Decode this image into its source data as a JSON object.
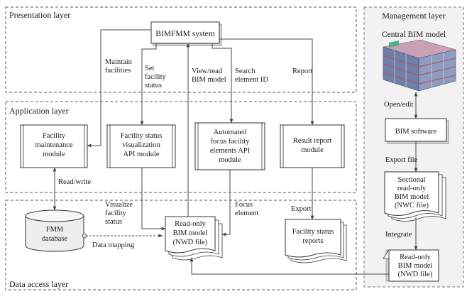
{
  "layers": {
    "presentation": "Presentation layer",
    "application": "Application layer",
    "data_access": "Data access layer",
    "management": "Management layer"
  },
  "nodes": {
    "bimfmm": "BIMFMM system",
    "facility_maintenance": [
      "Facility",
      "maintenance",
      "module"
    ],
    "facility_status": [
      "Facility status",
      "visualization",
      "API module"
    ],
    "automated_focus": [
      "Automated",
      "focus facility",
      "elements API",
      "module"
    ],
    "result_report": [
      "Result report",
      "module"
    ],
    "fmm_database": [
      "FMM",
      "database"
    ],
    "readonly_bim_center": [
      "Read-only",
      "BIM model",
      "(NWD file)"
    ],
    "facility_status_reports": [
      "Facility status",
      "reports"
    ],
    "central_bim_model": "Central BIM model",
    "bim_software": "BIM software",
    "sectional_model": [
      "Sectional",
      "read-only",
      "BIM model",
      "(NWC file)"
    ],
    "readonly_bim_right": [
      "Read-only",
      "BIM model",
      "(NWD file)"
    ]
  },
  "edges": {
    "maintain_facilities": [
      "Maintain",
      "facilities"
    ],
    "set_facility_status": [
      "Set",
      "facility",
      "status"
    ],
    "view_read_bim": [
      "View/read",
      "BIM model"
    ],
    "search_element_id": [
      "Search",
      "element ID"
    ],
    "report": "Report",
    "read_write": "Read/write",
    "visualize_status": [
      "Visualize",
      "facility",
      "status"
    ],
    "focus_element": [
      "Focus",
      "element"
    ],
    "export": "Export",
    "data_mapping": "Data mapping",
    "open_edit": "Open/edit",
    "export_file": "Export file",
    "integrate": "Integrate"
  }
}
